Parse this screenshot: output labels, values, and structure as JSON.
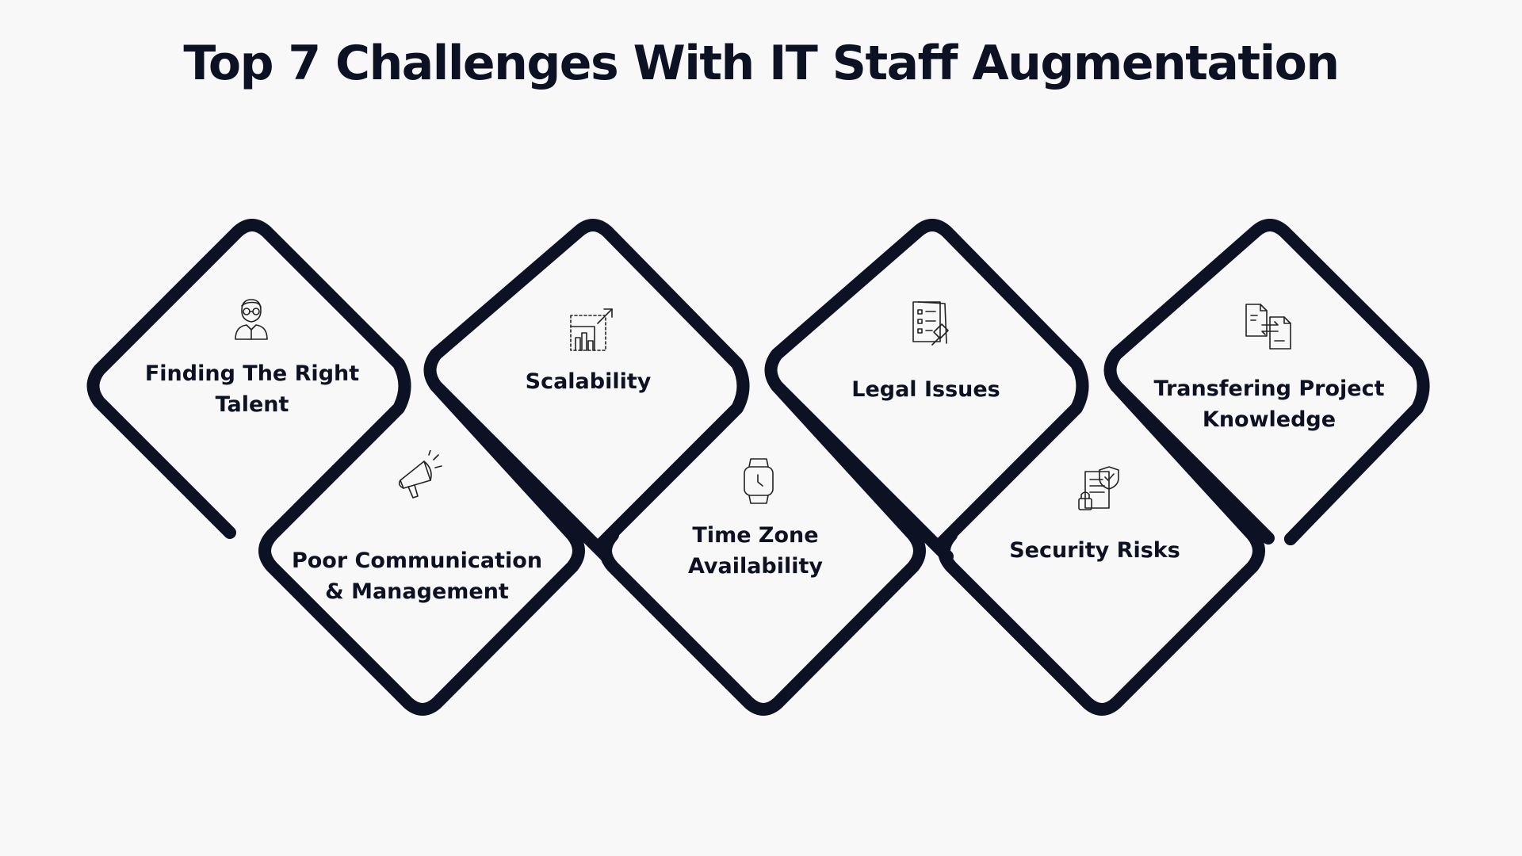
{
  "title": "Top 7 Challenges With IT Staff Augmentation",
  "accent_color": "#0d1124",
  "items": [
    {
      "lines": [
        "Finding The Right",
        "Talent"
      ],
      "icon": "recruiter-icon"
    },
    {
      "lines": [
        "Poor Communication",
        "& Management"
      ],
      "icon": "megaphone-icon"
    },
    {
      "lines": [
        "Scalability"
      ],
      "icon": "scalability-chart-icon"
    },
    {
      "lines": [
        "Time Zone",
        "Availability"
      ],
      "icon": "smartwatch-icon"
    },
    {
      "lines": [
        "Legal Issues"
      ],
      "icon": "legal-checklist-icon"
    },
    {
      "lines": [
        "Security Risks"
      ],
      "icon": "security-document-icon"
    },
    {
      "lines": [
        "Transfering Project",
        "Knowledge"
      ],
      "icon": "file-transfer-icon"
    }
  ]
}
